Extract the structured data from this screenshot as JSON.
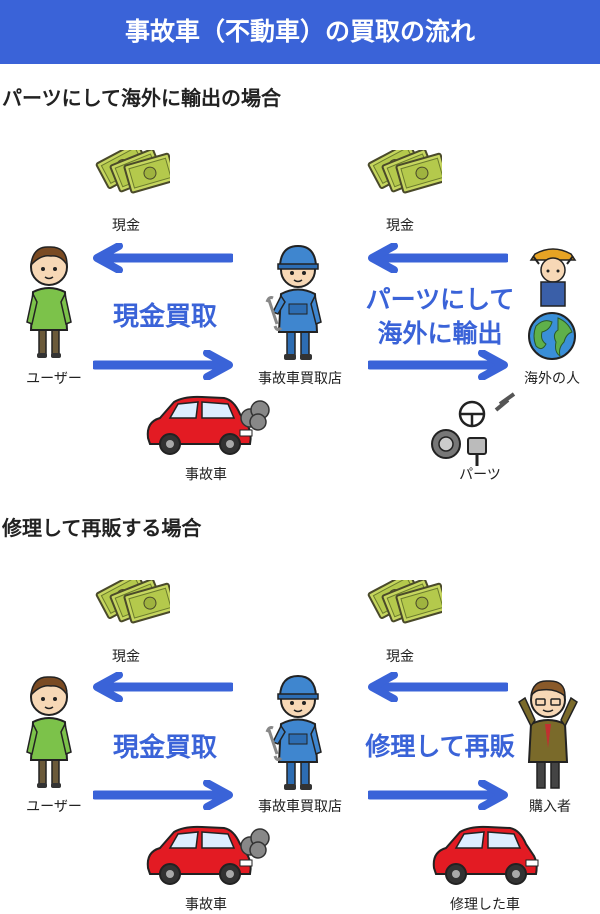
{
  "title": "事故車（不動車）の買取の流れ",
  "sections": [
    {
      "heading": "パーツにして海外に輸出の場合",
      "cash_left": "現金",
      "cash_right": "現金",
      "user": "ユーザー",
      "shop": "事故車買取店",
      "partner": "海外の人",
      "center_text": "現金買取",
      "right_text_line1": "パーツにして",
      "right_text_line2": "海外に輸出",
      "car_left": "事故車",
      "right_item": "パーツ"
    },
    {
      "heading": "修理して再販する場合",
      "cash_left": "現金",
      "cash_right": "現金",
      "user": "ユーザー",
      "shop": "事故車買取店",
      "partner": "購入者",
      "center_text": "現金買取",
      "right_text": "修理して再販",
      "car_left": "事故車",
      "right_item": "修理した車"
    }
  ],
  "colors": {
    "accent": "#3a63d8",
    "arrow": "#3a63d8",
    "money": "#b7cc55"
  },
  "icons": [
    "money-icon",
    "user-icon",
    "mechanic-icon",
    "overseas-person-icon",
    "globe-icon",
    "damaged-car-icon",
    "parts-icon",
    "buyer-icon",
    "repaired-car-icon"
  ]
}
